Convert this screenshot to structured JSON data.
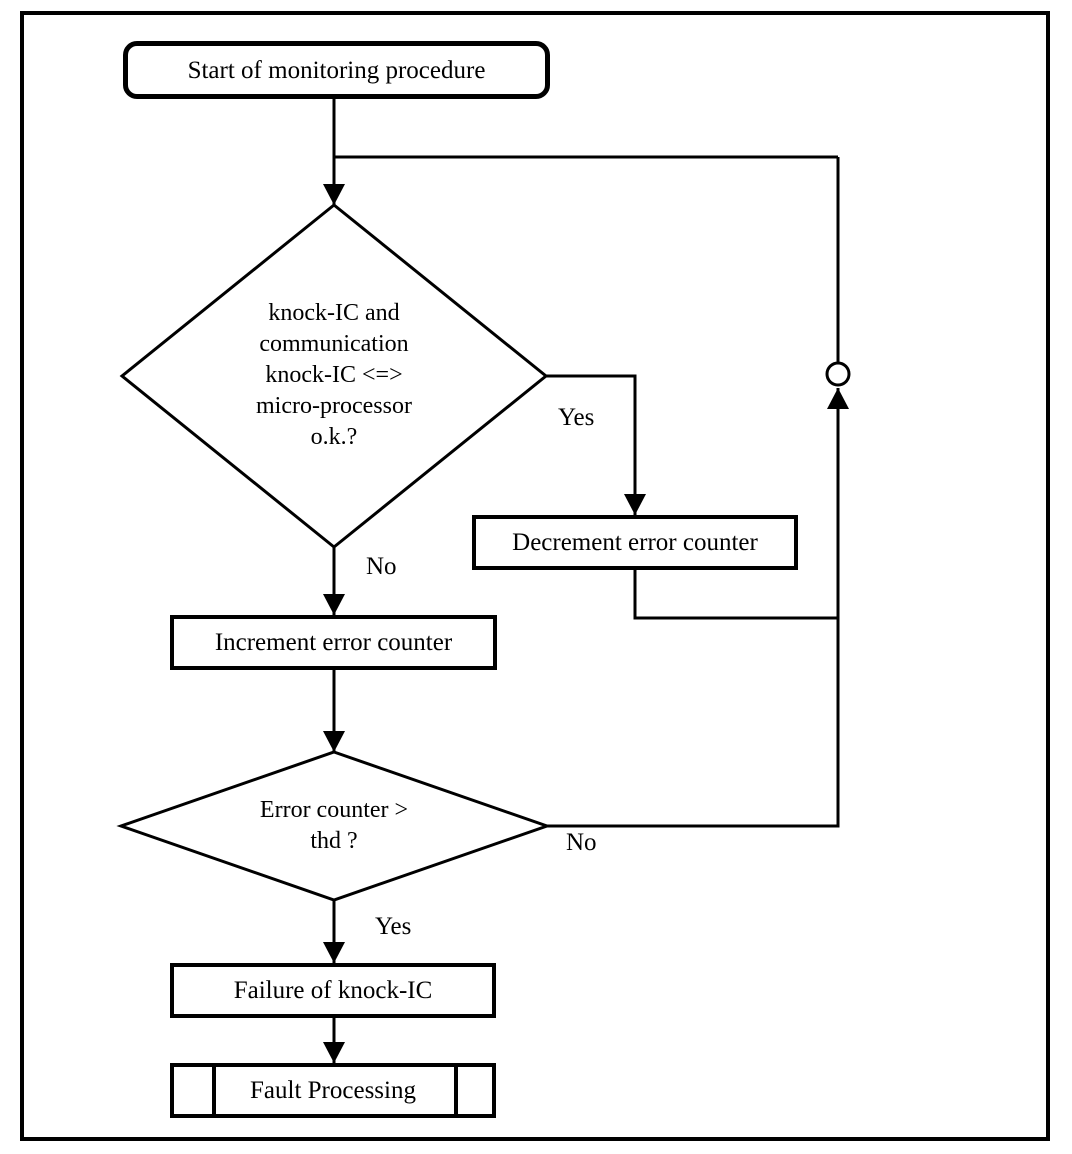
{
  "figure": {
    "background_color": "#ffffff",
    "stroke_color": "#000000",
    "nodes": {
      "start": {
        "label": "Start of monitoring procedure"
      },
      "decision1": {
        "lines": [
          "knock-IC and",
          "communication",
          "knock-IC <=>",
          "micro-processor",
          "o.k.?"
        ]
      },
      "decrement": {
        "label": "Decrement error counter"
      },
      "increment": {
        "label": "Increment error counter"
      },
      "decision2": {
        "lines": [
          "Error counter >",
          "thd ?"
        ]
      },
      "failure": {
        "label": "Failure of knock-IC"
      },
      "fault_processing": {
        "label": "Fault Processing"
      }
    },
    "edge_labels": {
      "decision1_yes": "Yes",
      "decision1_no": "No",
      "decision2_no": "No",
      "decision2_yes": "Yes"
    }
  }
}
